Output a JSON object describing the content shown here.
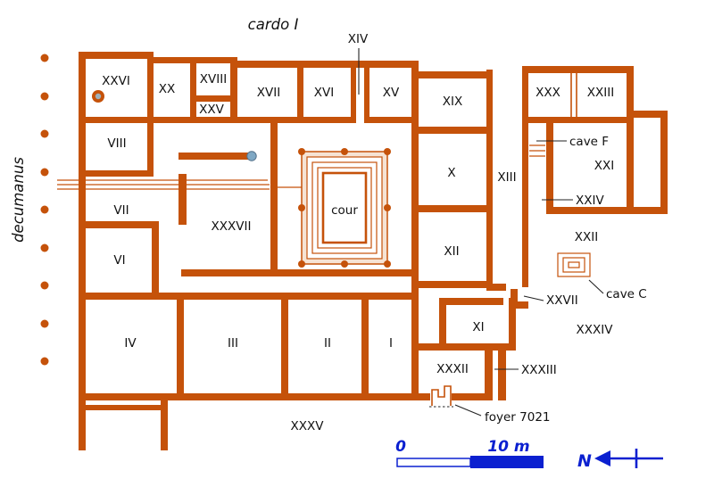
{
  "colors": {
    "wall": "#c5520a",
    "blue": "#0b20d0",
    "text": "#111111",
    "pointer": "#222222",
    "court": "#f6e3d4",
    "gray": "#9fb0b8",
    "well": "#7fa8c4"
  },
  "streets": {
    "cardo": "cardo I",
    "decumanus": "decumanus"
  },
  "rooms": {
    "I": "I",
    "II": "II",
    "III": "III",
    "IV": "IV",
    "VI": "VI",
    "VII": "VII",
    "VIII": "VIII",
    "X": "X",
    "XI": "XI",
    "XII": "XII",
    "XIII": "XIII",
    "XIV": "XIV",
    "XV": "XV",
    "XVI": "XVI",
    "XVII": "XVII",
    "XVIII": "XVIII",
    "XIX": "XIX",
    "XX": "XX",
    "XXI": "XXI",
    "XXII": "XXII",
    "XXIII": "XXIII",
    "XXIV": "XXIV",
    "XXV": "XXV",
    "XXVI": "XXVI",
    "XXVII": "XXVII",
    "XXX": "XXX",
    "XXXII": "XXXII",
    "XXXIII": "XXXIII",
    "XXXIV": "XXXIV",
    "XXXV": "XXXV",
    "XXXVII": "XXXVII",
    "cour": "cour"
  },
  "annotations": {
    "cave_f": "cave F",
    "cave_c": "cave C",
    "foyer": "foyer 7021"
  },
  "scale_bar": {
    "zero": "0",
    "ten": "10 m"
  },
  "compass": {
    "north": "N"
  }
}
